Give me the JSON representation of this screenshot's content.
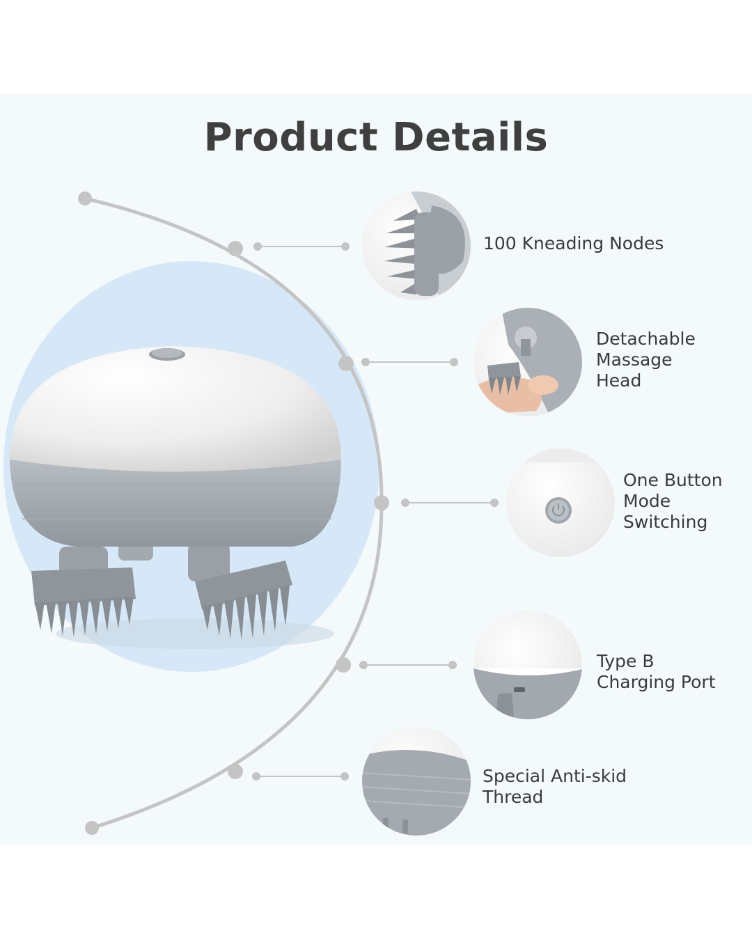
{
  "page": {
    "title": "Product Details",
    "background_color": "#ffffff",
    "panel_color": "#f4f9fc",
    "accent_blob_color": "#d6e8f7",
    "curve_color": "#c4c4c4"
  },
  "features": [
    {
      "id": "kneading-nodes",
      "label": "100 Kneading Nodes",
      "icon": "kneading-nodes-closeup-icon"
    },
    {
      "id": "detachable-head",
      "label": "Detachable\nMassage\nHead",
      "icon": "detachable-head-closeup-icon"
    },
    {
      "id": "one-button",
      "label": "One Button\nMode\nSwitching",
      "icon": "power-button-closeup-icon"
    },
    {
      "id": "charging-port",
      "label": "Type B\nCharging Port",
      "icon": "charging-port-closeup-icon"
    },
    {
      "id": "anti-skid",
      "label": "Special Anti-skid\nThread",
      "icon": "anti-skid-thread-closeup-icon"
    }
  ]
}
